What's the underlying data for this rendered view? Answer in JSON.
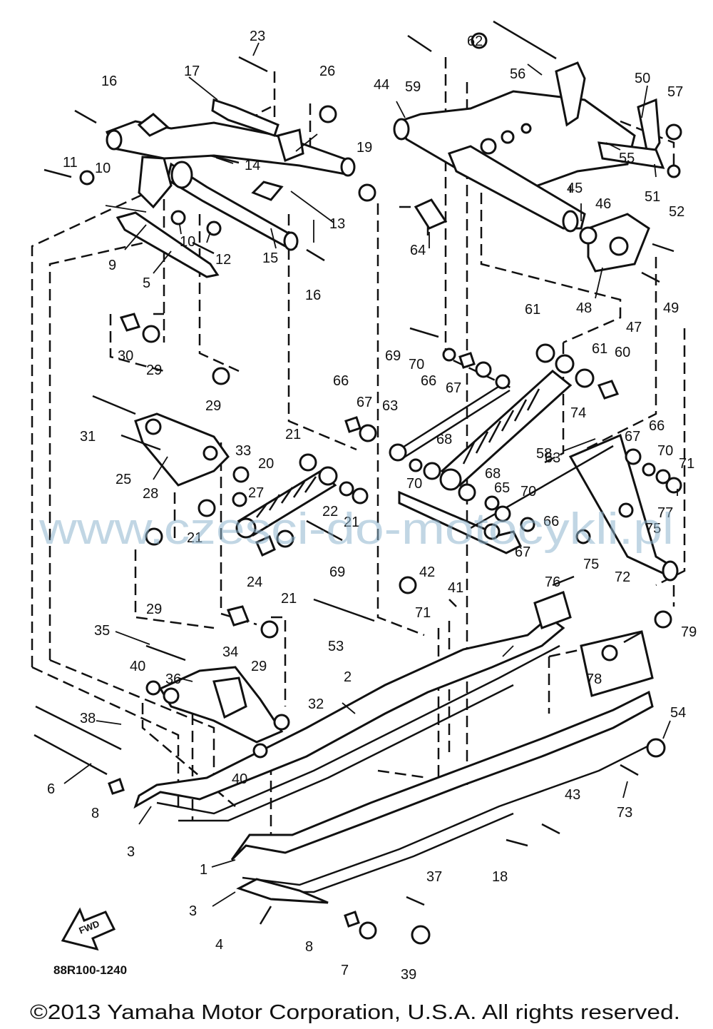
{
  "diagram": {
    "callouts": [
      {
        "label": "23"
      },
      {
        "label": "26"
      },
      {
        "label": "16"
      },
      {
        "label": "17"
      },
      {
        "label": "14"
      },
      {
        "label": "11"
      },
      {
        "label": "10"
      },
      {
        "label": "10"
      },
      {
        "label": "12"
      },
      {
        "label": "13"
      },
      {
        "label": "9"
      },
      {
        "label": "5"
      },
      {
        "label": "15"
      },
      {
        "label": "16"
      },
      {
        "label": "19"
      },
      {
        "label": "30"
      },
      {
        "label": "29"
      },
      {
        "label": "29"
      },
      {
        "label": "31"
      },
      {
        "label": "25"
      },
      {
        "label": "33"
      },
      {
        "label": "28"
      },
      {
        "label": "20"
      },
      {
        "label": "21"
      },
      {
        "label": "27"
      },
      {
        "label": "22"
      },
      {
        "label": "21"
      },
      {
        "label": "21"
      },
      {
        "label": "24"
      },
      {
        "label": "21"
      },
      {
        "label": "69"
      },
      {
        "label": "29"
      },
      {
        "label": "34"
      },
      {
        "label": "29"
      },
      {
        "label": "35"
      },
      {
        "label": "40"
      },
      {
        "label": "36"
      },
      {
        "label": "32"
      },
      {
        "label": "38"
      },
      {
        "label": "40"
      },
      {
        "label": "6"
      },
      {
        "label": "8"
      },
      {
        "label": "3"
      },
      {
        "label": "2"
      },
      {
        "label": "53"
      },
      {
        "label": "1"
      },
      {
        "label": "3"
      },
      {
        "label": "4"
      },
      {
        "label": "8"
      },
      {
        "label": "7"
      },
      {
        "label": "39"
      },
      {
        "label": "37"
      },
      {
        "label": "18"
      },
      {
        "label": "43"
      },
      {
        "label": "73"
      },
      {
        "label": "54"
      },
      {
        "label": "78"
      },
      {
        "label": "79"
      },
      {
        "label": "59"
      },
      {
        "label": "62"
      },
      {
        "label": "56"
      },
      {
        "label": "44"
      },
      {
        "label": "50"
      },
      {
        "label": "57"
      },
      {
        "label": "55"
      },
      {
        "label": "51"
      },
      {
        "label": "52"
      },
      {
        "label": "45"
      },
      {
        "label": "46"
      },
      {
        "label": "64"
      },
      {
        "label": "48"
      },
      {
        "label": "49"
      },
      {
        "label": "47"
      },
      {
        "label": "61"
      },
      {
        "label": "61"
      },
      {
        "label": "60"
      },
      {
        "label": "69"
      },
      {
        "label": "70"
      },
      {
        "label": "66"
      },
      {
        "label": "67"
      },
      {
        "label": "66"
      },
      {
        "label": "67"
      },
      {
        "label": "63"
      },
      {
        "label": "68"
      },
      {
        "label": "58"
      },
      {
        "label": "63"
      },
      {
        "label": "74"
      },
      {
        "label": "67"
      },
      {
        "label": "66"
      },
      {
        "label": "70"
      },
      {
        "label": "71"
      },
      {
        "label": "70"
      },
      {
        "label": "68"
      },
      {
        "label": "65"
      },
      {
        "label": "70"
      },
      {
        "label": "66"
      },
      {
        "label": "77"
      },
      {
        "label": "75"
      },
      {
        "label": "42"
      },
      {
        "label": "41"
      },
      {
        "label": "67"
      },
      {
        "label": "76"
      },
      {
        "label": "75"
      },
      {
        "label": "72"
      },
      {
        "label": "71"
      }
    ],
    "direction_arrow": "FWD",
    "diagram_code": "88R100-1240",
    "watermark": "www.czesci-do-motocykli.pl",
    "copyright": "©2013 Yamaha Motor Corporation, U.S.A. All rights reserved.",
    "colors": {
      "ink": "#111111",
      "watermark": "#8fb6cf",
      "background": "#ffffff"
    }
  }
}
